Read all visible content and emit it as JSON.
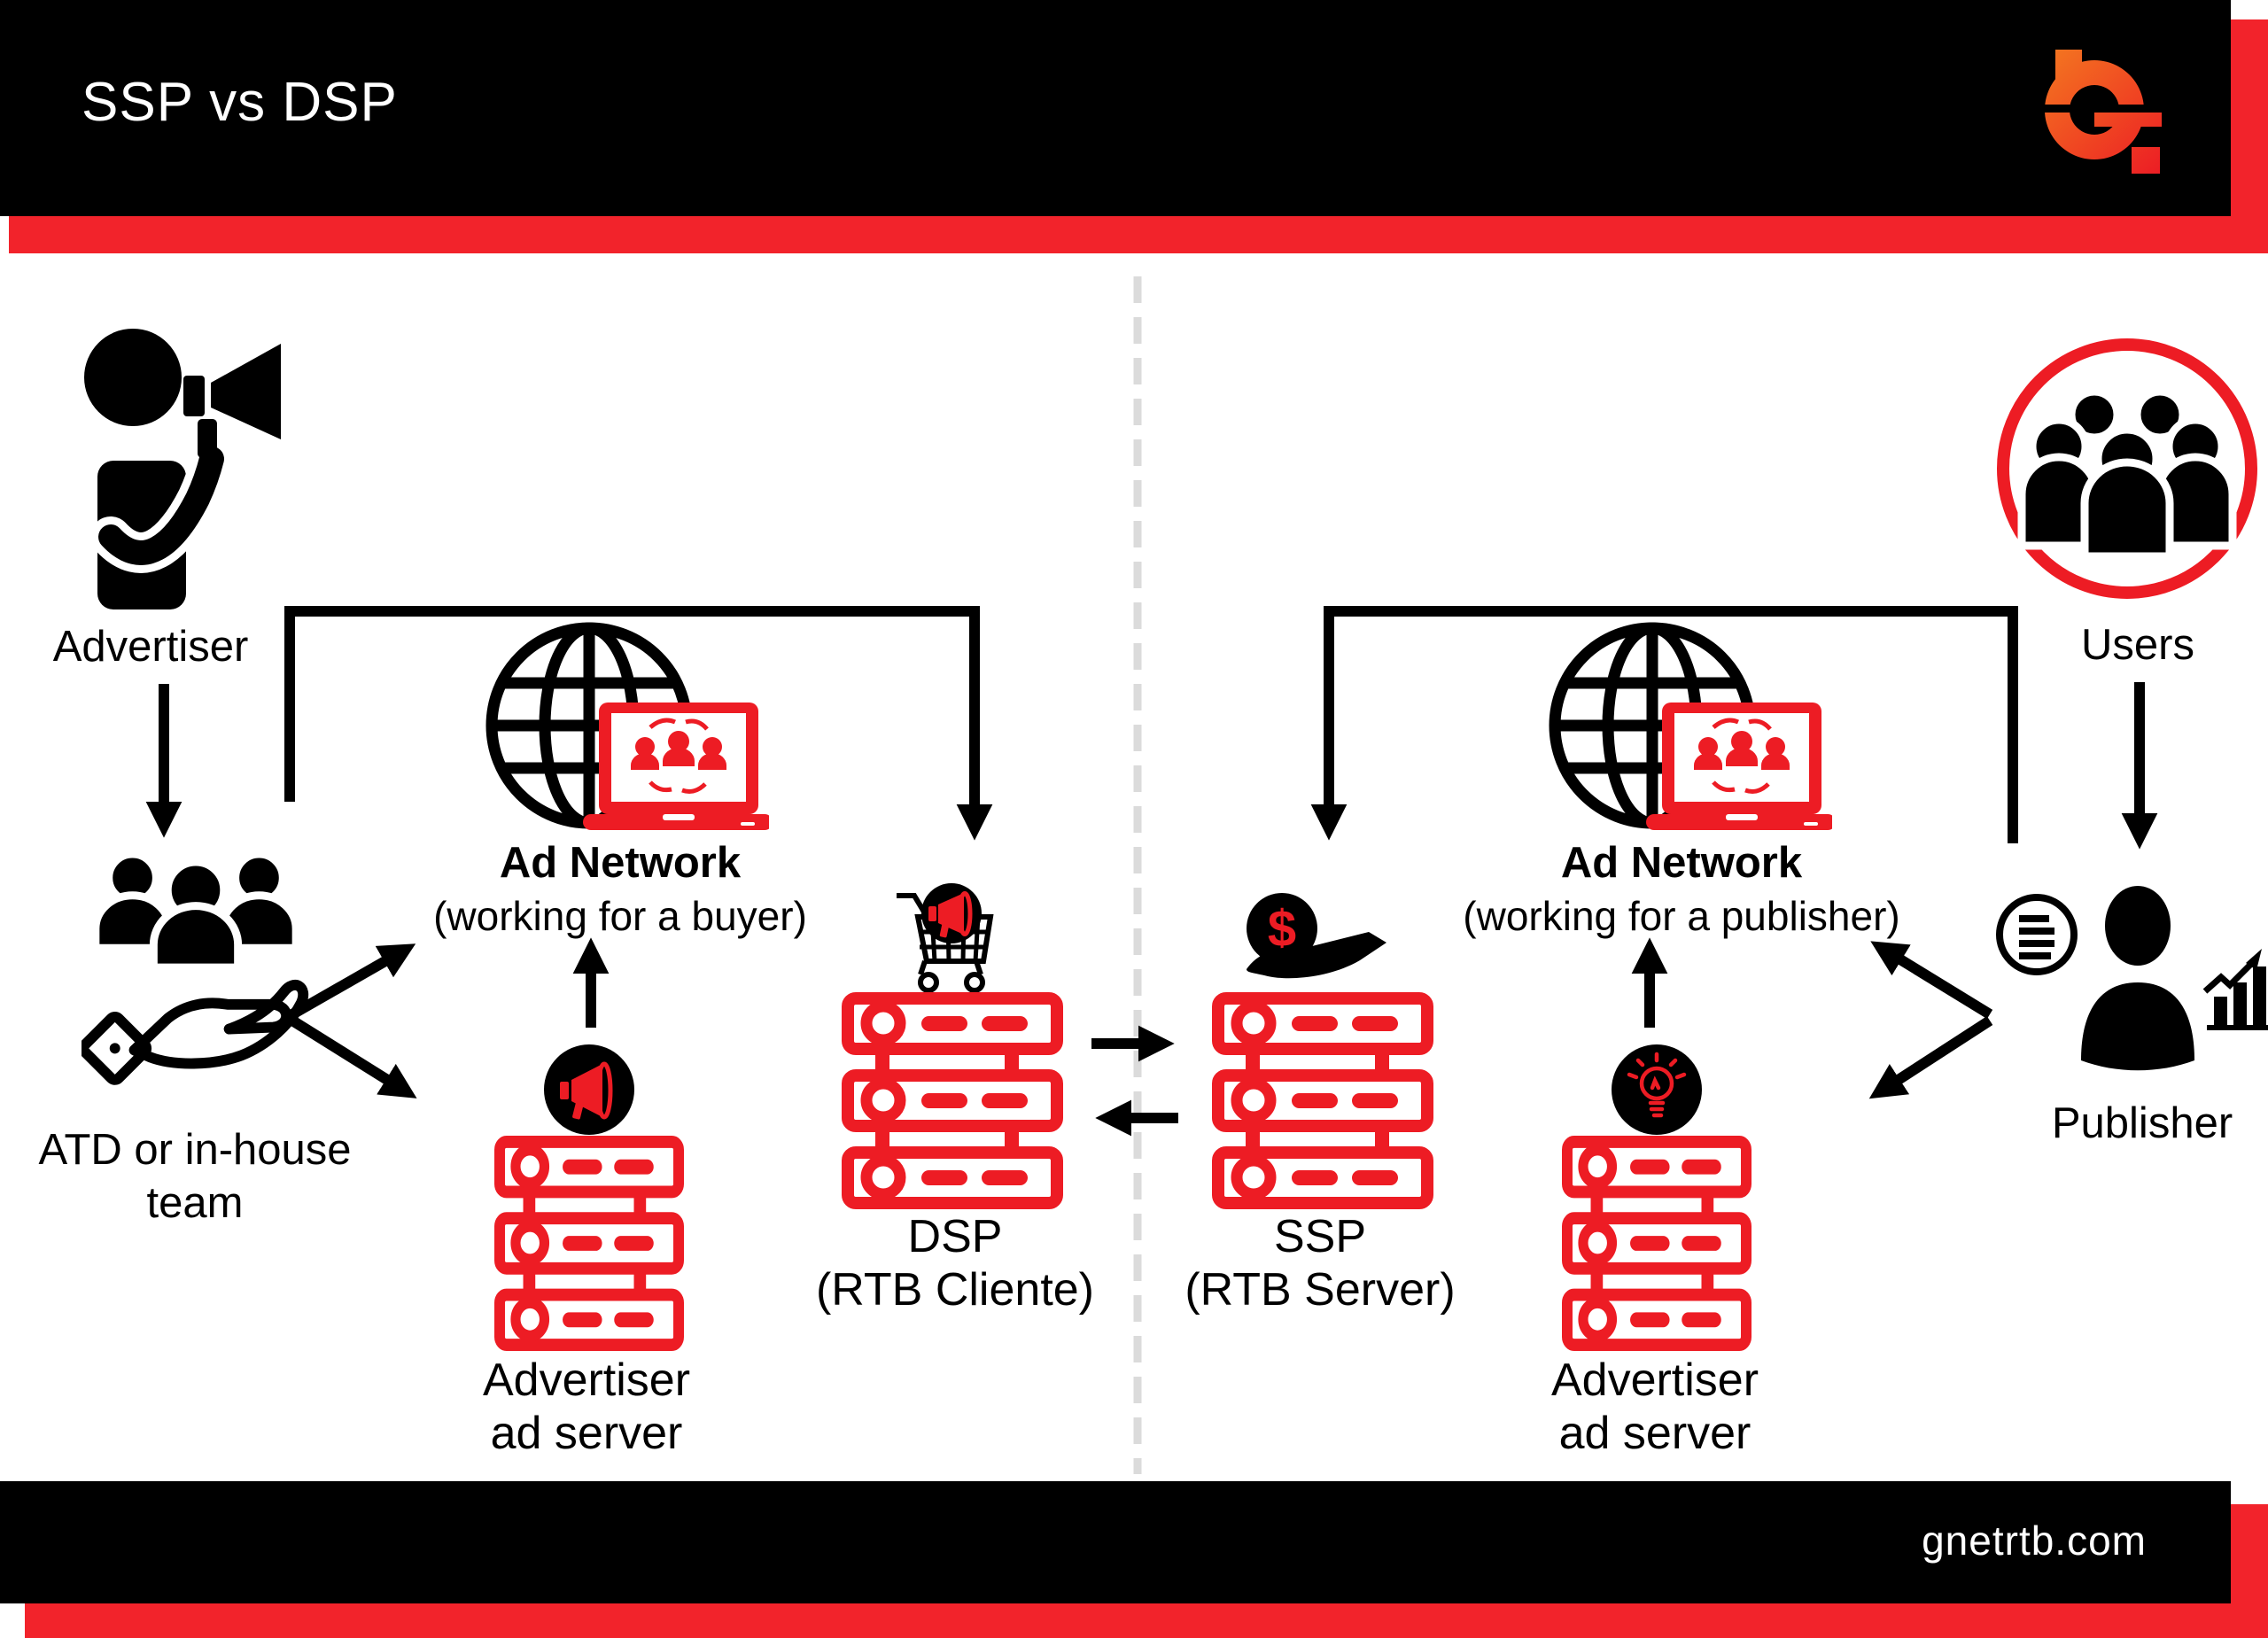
{
  "header": {
    "title": "SSP vs DSP"
  },
  "footer": {
    "website": "gnetrtb.com"
  },
  "colors": {
    "black": "#000000",
    "red": "#ED1C24",
    "stripe_red": "#F2232B",
    "divider_gray": "#DBDBDB",
    "logo_gradient_start": "#F47B20",
    "logo_gradient_end": "#EC1C24",
    "background": "#FFFFFF"
  },
  "icons": {
    "logo": "gnet-logo",
    "advertiser": "person-with-megaphone",
    "atd": "team-in-hand",
    "ad_network": "globe-with-laptop-network",
    "dsp": "server-stack-with-cart-megaphone-badge",
    "ssp": "server-stack-with-money-hand-badge",
    "ad_server_left": "server-stack-with-megaphone-badge",
    "ad_server_right": "server-stack-with-lightbulb-badge",
    "users": "crowd-in-red-circle",
    "publisher": "person-with-article-and-growth-chart"
  },
  "diagram": {
    "left": {
      "advertiser": {
        "label": "Advertiser"
      },
      "atd": {
        "label_line1": "ATD or in-house",
        "label_line2": "team"
      },
      "ad_network": {
        "title": "Ad Network",
        "subtitle": "(working for a buyer)"
      },
      "ad_server": {
        "label_line1": "Advertiser",
        "label_line2": "ad server"
      },
      "dsp": {
        "title": "DSP",
        "subtitle": "(RTB Cliente)"
      }
    },
    "right": {
      "users": {
        "label": "Users"
      },
      "publisher": {
        "label": "Publisher"
      },
      "ad_network": {
        "title": "Ad Network",
        "subtitle": "(working for a publisher)"
      },
      "ad_server": {
        "label_line1": "Advertiser",
        "label_line2": "ad server"
      },
      "ssp": {
        "title": "SSP",
        "subtitle": "(RTB Server)"
      }
    }
  }
}
